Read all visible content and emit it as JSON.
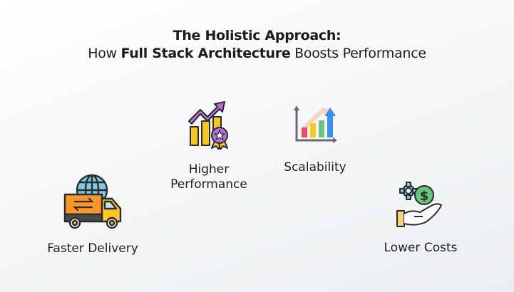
{
  "header": {
    "line1": "The Holistic Approach:",
    "line2_prefix": "How ",
    "line2_bold": "Full Stack Architecture",
    "line2_suffix": " Boosts Performance"
  },
  "items": [
    {
      "id": "higher-performance",
      "label_line1": "Higher",
      "label_line2": "Performance",
      "icon": "performance-chart-award-icon"
    },
    {
      "id": "scalability",
      "label": "Scalability",
      "icon": "growth-bar-chart-icon"
    },
    {
      "id": "faster-delivery",
      "label": "Faster Delivery",
      "icon": "delivery-truck-globe-icon"
    },
    {
      "id": "lower-costs",
      "label": "Lower Costs",
      "icon": "hand-gear-dollar-icon"
    }
  ],
  "colors": {
    "purple": "#b76fdc",
    "yellow": "#f9c623",
    "orange": "#f7962b",
    "globe_blue": "#7ec8e8",
    "green": "#6cc57c",
    "red_bar": "#ef4b5f",
    "blue_arrow": "#3a8ef0",
    "outline": "#2b2b2b"
  }
}
